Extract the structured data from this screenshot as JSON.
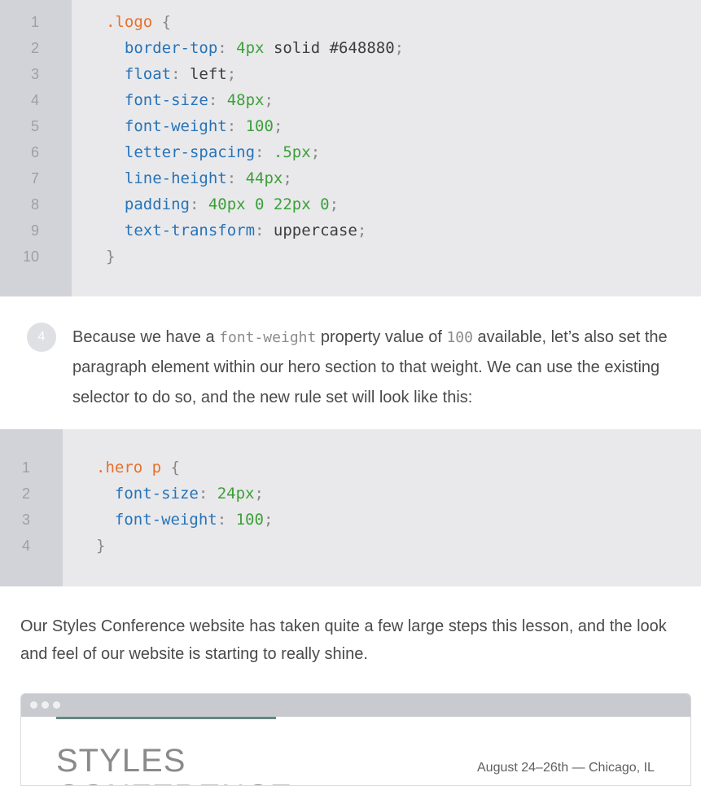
{
  "code_block_1": {
    "lines": [
      {
        "num": "1",
        "tokens": [
          {
            "t": ".logo",
            "c": "sel"
          },
          {
            "t": " ",
            "c": "val"
          },
          {
            "t": "{",
            "c": "punc"
          }
        ]
      },
      {
        "num": "2",
        "tokens": [
          {
            "t": "  border-top",
            "c": "prop"
          },
          {
            "t": ": ",
            "c": "punc"
          },
          {
            "t": "4px",
            "c": "num"
          },
          {
            "t": " solid #648880",
            "c": "val"
          },
          {
            "t": ";",
            "c": "punc"
          }
        ]
      },
      {
        "num": "3",
        "tokens": [
          {
            "t": "  float",
            "c": "prop"
          },
          {
            "t": ": ",
            "c": "punc"
          },
          {
            "t": "left",
            "c": "val"
          },
          {
            "t": ";",
            "c": "punc"
          }
        ]
      },
      {
        "num": "4",
        "tokens": [
          {
            "t": "  font-size",
            "c": "prop"
          },
          {
            "t": ": ",
            "c": "punc"
          },
          {
            "t": "48px",
            "c": "num"
          },
          {
            "t": ";",
            "c": "punc"
          }
        ]
      },
      {
        "num": "5",
        "tokens": [
          {
            "t": "  font-weight",
            "c": "prop"
          },
          {
            "t": ": ",
            "c": "punc"
          },
          {
            "t": "100",
            "c": "num"
          },
          {
            "t": ";",
            "c": "punc"
          }
        ]
      },
      {
        "num": "6",
        "tokens": [
          {
            "t": "  letter-spacing",
            "c": "prop"
          },
          {
            "t": ": ",
            "c": "punc"
          },
          {
            "t": ".5px",
            "c": "num"
          },
          {
            "t": ";",
            "c": "punc"
          }
        ]
      },
      {
        "num": "7",
        "tokens": [
          {
            "t": "  line-height",
            "c": "prop"
          },
          {
            "t": ": ",
            "c": "punc"
          },
          {
            "t": "44px",
            "c": "num"
          },
          {
            "t": ";",
            "c": "punc"
          }
        ]
      },
      {
        "num": "8",
        "tokens": [
          {
            "t": "  padding",
            "c": "prop"
          },
          {
            "t": ": ",
            "c": "punc"
          },
          {
            "t": "40px 0 22px 0",
            "c": "num"
          },
          {
            "t": ";",
            "c": "punc"
          }
        ]
      },
      {
        "num": "9",
        "tokens": [
          {
            "t": "  text-transform",
            "c": "prop"
          },
          {
            "t": ": ",
            "c": "punc"
          },
          {
            "t": "uppercase",
            "c": "val"
          },
          {
            "t": ";",
            "c": "punc"
          }
        ]
      },
      {
        "num": "10",
        "tokens": [
          {
            "t": "}",
            "c": "punc"
          }
        ]
      }
    ]
  },
  "step": {
    "number": "4",
    "text_1": "Because we have a ",
    "code_1": "font-weight",
    "text_2": " property value of ",
    "code_2": "100",
    "text_3": " available, let’s also set the paragraph element within our hero section to that weight. We can use the existing selector to do so, and the new rule set will look like this:"
  },
  "code_block_2": {
    "lines": [
      {
        "num": "1",
        "tokens": [
          {
            "t": ".hero p",
            "c": "sel"
          },
          {
            "t": " ",
            "c": "val"
          },
          {
            "t": "{",
            "c": "punc"
          }
        ]
      },
      {
        "num": "2",
        "tokens": [
          {
            "t": "  font-size",
            "c": "prop"
          },
          {
            "t": ": ",
            "c": "punc"
          },
          {
            "t": "24px",
            "c": "num"
          },
          {
            "t": ";",
            "c": "punc"
          }
        ]
      },
      {
        "num": "3",
        "tokens": [
          {
            "t": "  font-weight",
            "c": "prop"
          },
          {
            "t": ": ",
            "c": "punc"
          },
          {
            "t": "100",
            "c": "num"
          },
          {
            "t": ";",
            "c": "punc"
          }
        ]
      },
      {
        "num": "4",
        "tokens": [
          {
            "t": "}",
            "c": "punc"
          }
        ]
      }
    ]
  },
  "paragraph": "Our Styles Conference website has taken quite a few large steps this lesson, and the look and feel of our website is starting to really shine.",
  "preview": {
    "logo_text": "STYLES",
    "logo_text_2": "CONFERENCE",
    "date_text": "August 24–26th — Chicago, IL"
  },
  "colors": {
    "selector": "#e8702a",
    "property": "#2773b8",
    "number": "#3ca03a",
    "rule_color": "#648880"
  }
}
